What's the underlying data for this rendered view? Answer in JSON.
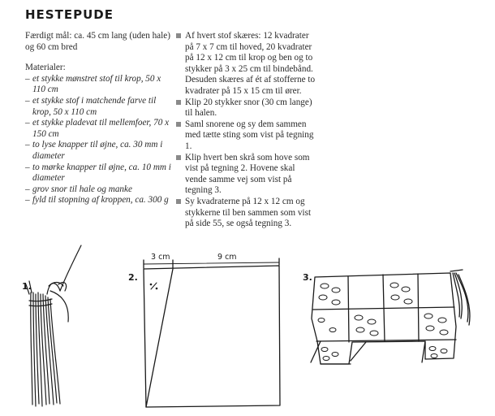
{
  "title": "HESTEPUDE",
  "intro": "Færdigt mål: ca. 45 cm lang (uden hale) og 60 cm bred",
  "materials": {
    "heading": "Materialer:",
    "items": [
      "et stykke mønstret stof til krop, 50 x 110 cm",
      "et stykke stof i matchende farve til krop, 50 x 110 cm",
      "et stykke pladevat til mellemfoer, 70 x 150 cm",
      "to lyse knapper til øjne, ca. 30 mm i diameter",
      "to mørke knapper til øjne, ca. 10 mm i diameter",
      "grov snor til hale og manke",
      "fyld til stopning af kroppen, ca. 300 g"
    ]
  },
  "steps": [
    "Af hvert stof skæres: 12 kvadrater på 7 x 7 cm til hoved, 20 kvadrater på 12 x 12 cm til krop og ben og to stykker på 3 x 25 cm til bindebånd. Desuden skæres af ét af stofferne to kvadrater på 15 x 15 cm til ører.",
    "Klip 20 stykker snor (30 cm lange) til halen.",
    "Saml snorene og sy dem sammen med tætte sting som vist på tegning 1.",
    "Klip hvert ben skrå som hove som vist på tegning 2. Hovene skal vende samme vej som vist på tegning 3.",
    "Sy kvadraterne på 12 x 12 cm og stykkerne til ben sammen som vist på side 55, se også tegning 3."
  ],
  "figures": {
    "fig1_label": "1.",
    "fig2_label": "2.",
    "fig3_label": "3.",
    "dim_left": "3 cm",
    "dim_right": "9 cm"
  },
  "colors": {
    "text": "#2a2a2a",
    "bullet": "#8a8a8a",
    "line": "#1a1a1a"
  }
}
